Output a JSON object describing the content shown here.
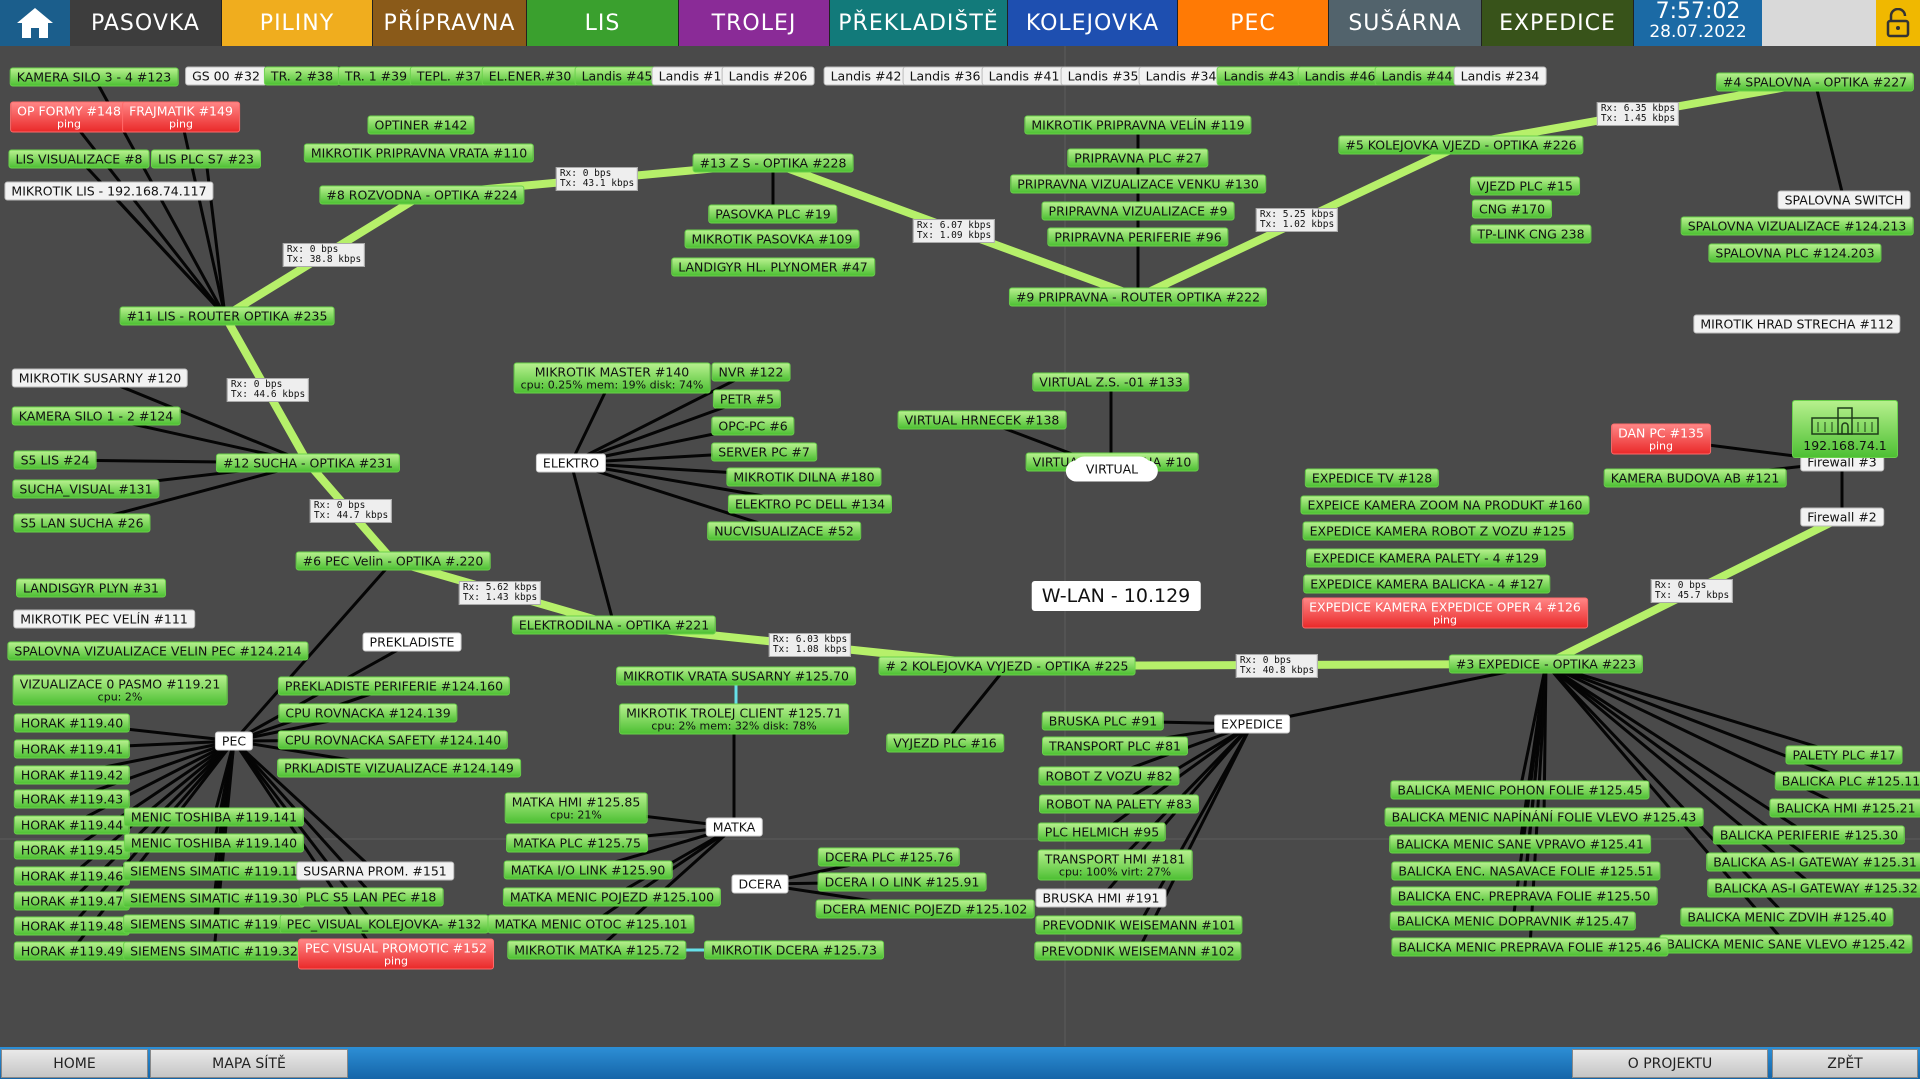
{
  "nav": {
    "tabs": [
      {
        "label": "PASOVKA",
        "color": "#3d3d3d"
      },
      {
        "label": "PILINY",
        "color": "#f0ad1e"
      },
      {
        "label": "PŘÍPRAVNA",
        "color": "#8a5a19"
      },
      {
        "label": "LIS",
        "color": "#3aa02e"
      },
      {
        "label": "TROLEJ",
        "color": "#8a2b97"
      },
      {
        "label": "PŘEKLADIŠTĚ",
        "color": "#127a7a"
      },
      {
        "label": "KOLEJOVKA",
        "color": "#1e4fb0"
      },
      {
        "label": "PEC",
        "color": "#ff7a05"
      },
      {
        "label": "SUŠÁRNA",
        "color": "#52636c"
      },
      {
        "label": "EXPEDICE",
        "color": "#38531a"
      }
    ],
    "time": "7:57:02",
    "date": "28.07.2022"
  },
  "wlan_label": "W-LAN - 10.129",
  "virtual_label": "VIRTUAL",
  "castle_ip": "192.168.74.1",
  "devices": [
    {
      "id": "d1",
      "t": "KAMERA SILO 3 - 4 #123",
      "s": "g"
    },
    {
      "id": "d2",
      "t": "OP FORMY #148",
      "sub": "ping",
      "s": "r"
    },
    {
      "id": "d3",
      "t": "FRAJMATIK #149",
      "sub": "ping",
      "s": "r"
    },
    {
      "id": "d4",
      "t": "LIS VISUALIZACE #8",
      "s": "g"
    },
    {
      "id": "d5",
      "t": "LIS PLC S7 #23",
      "s": "g"
    },
    {
      "id": "d6",
      "t": "MIKROTIK LIS  - 192.168.74.117",
      "s": "w"
    },
    {
      "id": "d7",
      "t": "OPTINER #142",
      "s": "g"
    },
    {
      "id": "d8",
      "t": "MIKROTIK PRIPRAVNA VRATA  #110",
      "s": "g"
    },
    {
      "id": "d9",
      "t": "#8 ROZVODNA - OPTIKA #224",
      "s": "g"
    },
    {
      "id": "d10",
      "t": "#11 LIS - ROUTER OPTIKA  #235",
      "s": "g"
    },
    {
      "id": "d11",
      "t": "#13 Z S - OPTIKA #228",
      "s": "g"
    },
    {
      "id": "d12",
      "t": "PASOVKA PLC #19",
      "s": "g"
    },
    {
      "id": "d13",
      "t": "MIKROTIK PASOVKA #109",
      "s": "g"
    },
    {
      "id": "d14",
      "t": "LANDIGYR HL. PLYNOMER #47",
      "s": "g"
    },
    {
      "id": "d15",
      "t": "MIKROTIK PRIPRAVNA VELÍN #119",
      "s": "g"
    },
    {
      "id": "d16",
      "t": "PRIPRAVNA PLC #27",
      "s": "g"
    },
    {
      "id": "d17",
      "t": "PRIPRAVNA VIZUALIZACE VENKU #130",
      "s": "g"
    },
    {
      "id": "d18",
      "t": "PRIPRAVNA VIZUALIZACE #9",
      "s": "g"
    },
    {
      "id": "d19",
      "t": "PRIPRAVNA PERIFERIE #96",
      "s": "g"
    },
    {
      "id": "d20",
      "t": "#9 PRIPRAVNA - ROUTER OPTIKA #222",
      "s": "g"
    },
    {
      "id": "d21",
      "t": "#5 KOLEJOVKA VJEZD - OPTIKA #226",
      "s": "g"
    },
    {
      "id": "d22",
      "t": "VJEZD PLC #15",
      "s": "g"
    },
    {
      "id": "d23",
      "t": "CNG #170",
      "s": "g"
    },
    {
      "id": "d24",
      "t": "TP-LINK CNG 238",
      "s": "g"
    },
    {
      "id": "d25",
      "t": "#4 SPALOVNA - OPTIKA #227",
      "s": "g"
    },
    {
      "id": "d26",
      "t": "SPALOVNA SWITCH",
      "s": "w"
    },
    {
      "id": "d27",
      "t": "SPALOVNA VIZUALIZACE #124.213",
      "s": "g"
    },
    {
      "id": "d28",
      "t": "SPALOVNA PLC #124.203",
      "s": "g"
    },
    {
      "id": "d29",
      "t": "MIROTIK HRAD STRECHA #112",
      "s": "w"
    },
    {
      "id": "d30",
      "t": "DAN PC  #135",
      "sub": "ping",
      "s": "r"
    },
    {
      "id": "d31",
      "t": "KAMERA BUDOVA AB #121",
      "s": "g"
    },
    {
      "id": "d32",
      "t": "Firewall #3",
      "s": "w"
    },
    {
      "id": "d33",
      "t": "Firewall #2",
      "s": "w"
    },
    {
      "id": "d34",
      "t": "MIKROTIK SUSARNY #120",
      "s": "w"
    },
    {
      "id": "d35",
      "t": "KAMERA SILO 1 - 2 #124",
      "s": "g"
    },
    {
      "id": "d36",
      "t": "S5 LIS #24",
      "s": "g"
    },
    {
      "id": "d37",
      "t": "SUCHA_VISUAL #131",
      "s": "g"
    },
    {
      "id": "d38",
      "t": "S5 LAN SUCHA #26",
      "s": "g"
    },
    {
      "id": "d39",
      "t": "#12 SUCHA - OPTIKA #231",
      "s": "g"
    },
    {
      "id": "d40",
      "t": "MIKROTIK MASTER #140",
      "sub": "cpu: 0.25% mem: 19% disk: 74%",
      "s": "g"
    },
    {
      "id": "d41",
      "t": "NVR #122",
      "s": "g"
    },
    {
      "id": "d42",
      "t": "PETR #5",
      "s": "g"
    },
    {
      "id": "d43",
      "t": "OPC-PC #6",
      "s": "g"
    },
    {
      "id": "d44",
      "t": "SERVER PC #7",
      "s": "g"
    },
    {
      "id": "d45",
      "t": "MIKROTIK DILNA #180",
      "s": "g"
    },
    {
      "id": "d46",
      "t": "ELEKTRO PC DELL #134",
      "s": "g"
    },
    {
      "id": "d47",
      "t": "NUCVISUALIZACE #52",
      "s": "g"
    },
    {
      "id": "d48",
      "t": "ELEKTRO",
      "s": "hub"
    },
    {
      "id": "d49",
      "t": "VIRTUAL Z.S. -01 #133",
      "s": "g"
    },
    {
      "id": "d50",
      "t": "VIRTUAL HRNECEK #138",
      "s": "g"
    },
    {
      "id": "d51",
      "t": "VIRTUAL W11OPCUA #10",
      "s": "g"
    },
    {
      "id": "d52",
      "t": "EXPEDICE TV  #128",
      "s": "g"
    },
    {
      "id": "d53",
      "t": "EXPEICE KAMERA ZOOM NA PRODUKT #160",
      "s": "g"
    },
    {
      "id": "d54",
      "t": "EXPEDICE KAMERA ROBOT Z VOZU #125",
      "s": "g"
    },
    {
      "id": "d55",
      "t": "EXPEDICE KAMERA PALETY - 4 #129",
      "s": "g"
    },
    {
      "id": "d56",
      "t": "EXPEDICE KAMERA BALICKA - 4 #127",
      "s": "g"
    },
    {
      "id": "d57",
      "t": "EXPEDICE KAMERA EXPEDICE OPER 4 #126",
      "sub": "ping",
      "s": "r"
    },
    {
      "id": "d58",
      "t": "LANDISGYR PLYN #31",
      "s": "g"
    },
    {
      "id": "d59",
      "t": "MIKROTIK PEC VELÍN  #111",
      "s": "w"
    },
    {
      "id": "d60",
      "t": "#6 PEC Velin - OPTIKA #.220",
      "s": "g"
    },
    {
      "id": "d61",
      "t": "SPALOVNA VIZUALIZACE VELIN PEC #124.214",
      "s": "g"
    },
    {
      "id": "d62",
      "t": "VIZUALIZACE 0 PASMO #119.21",
      "sub": "cpu: 2%",
      "s": "g"
    },
    {
      "id": "d63",
      "t": "PREKLADISTE",
      "s": "hub"
    },
    {
      "id": "d64",
      "t": "PREKLADISTE PERIFERIE #124.160",
      "s": "g"
    },
    {
      "id": "d65",
      "t": "CPU ROVNACKA #124.139",
      "s": "g"
    },
    {
      "id": "d66",
      "t": "CPU ROVNACKA SAFETY #124.140",
      "s": "g"
    },
    {
      "id": "d67",
      "t": "PRKLADISTE VIZUALIZACE #124.149",
      "s": "g"
    },
    {
      "id": "d68",
      "t": "ELEKTRODILNA - OPTIKA #221",
      "s": "g"
    },
    {
      "id": "d69",
      "t": "MIKROTIK VRATA SUSARNY #125.70",
      "s": "g"
    },
    {
      "id": "d70",
      "t": "MIKROTIK TROLEJ CLIENT #125.71",
      "sub": "cpu: 2% mem: 32% disk: 78%",
      "s": "g"
    },
    {
      "id": "d71",
      "t": "# 2 KOLEJOVKA VYJEZD - OPTIKA #225",
      "s": "g"
    },
    {
      "id": "d72",
      "t": "VYJEZD PLC #16",
      "s": "g"
    },
    {
      "id": "d73",
      "t": "#3 EXPEDICE - OPTIKA #223",
      "s": "g"
    },
    {
      "id": "d74",
      "t": "HORAK #119.40",
      "s": "g"
    },
    {
      "id": "d75",
      "t": "HORAK #119.41",
      "s": "g"
    },
    {
      "id": "d76",
      "t": "HORAK #119.42",
      "s": "g"
    },
    {
      "id": "d77",
      "t": "HORAK #119.43",
      "s": "g"
    },
    {
      "id": "d78",
      "t": "HORAK #119.44",
      "s": "g"
    },
    {
      "id": "d79",
      "t": "HORAK #119.45",
      "s": "g"
    },
    {
      "id": "d80",
      "t": "HORAK #119.46",
      "s": "g"
    },
    {
      "id": "d81",
      "t": "HORAK #119.47",
      "s": "g"
    },
    {
      "id": "d82",
      "t": "HORAK #119.48",
      "s": "g"
    },
    {
      "id": "d83",
      "t": "HORAK #119.49",
      "s": "g"
    },
    {
      "id": "d84",
      "t": "PEC",
      "s": "hub"
    },
    {
      "id": "d85",
      "t": "MENIC TOSHIBA #119.141",
      "s": "g"
    },
    {
      "id": "d86",
      "t": "MENIC TOSHIBA #119.140",
      "s": "g"
    },
    {
      "id": "d87",
      "t": "SIEMENS SIMATIC #119.11",
      "s": "g"
    },
    {
      "id": "d88",
      "t": "SIEMENS SIMATIC #119.30",
      "s": "g"
    },
    {
      "id": "d89",
      "t": "SIEMENS SIMATIC #119.31",
      "s": "g"
    },
    {
      "id": "d90",
      "t": "SIEMENS SIMATIC #119.32",
      "s": "g"
    },
    {
      "id": "d91",
      "t": "SUSARNA PROM. #151",
      "s": "w"
    },
    {
      "id": "d92",
      "t": "PLC S5 LAN PEC #18",
      "s": "g"
    },
    {
      "id": "d93",
      "t": "PEC_VISUAL_KOLEJOVKA- #132",
      "s": "g"
    },
    {
      "id": "d94",
      "t": "PEC VISUAL PROMOTIC #152",
      "sub": "ping",
      "s": "r"
    },
    {
      "id": "d95",
      "t": "MATKA HMI #125.85",
      "sub": "cpu: 21%",
      "s": "g"
    },
    {
      "id": "d96",
      "t": "MATKA PLC #125.75",
      "s": "g"
    },
    {
      "id": "d97",
      "t": "MATKA I/O LINK #125.90",
      "s": "g"
    },
    {
      "id": "d98",
      "t": "MATKA MENIC POJEZD #125.100",
      "s": "g"
    },
    {
      "id": "d99",
      "t": "MATKA MENIC OTOC #125.101",
      "s": "g"
    },
    {
      "id": "d100",
      "t": "MIKROTIK MATKA #125.72",
      "s": "g"
    },
    {
      "id": "d101",
      "t": "MATKA",
      "s": "hub"
    },
    {
      "id": "d102",
      "t": "DCERA",
      "s": "hub"
    },
    {
      "id": "d103",
      "t": "DCERA PLC #125.76",
      "s": "g"
    },
    {
      "id": "d104",
      "t": "DCERA I O LINK #125.91",
      "s": "g"
    },
    {
      "id": "d105",
      "t": "DCERA MENIC POJEZD #125.102",
      "s": "g"
    },
    {
      "id": "d106",
      "t": "MIKROTIK DCERA #125.73",
      "s": "g"
    },
    {
      "id": "d107",
      "t": "BRUSKA PLC #91",
      "s": "g"
    },
    {
      "id": "d108",
      "t": "TRANSPORT PLC #81",
      "s": "g"
    },
    {
      "id": "d109",
      "t": "ROBOT Z VOZU #82",
      "s": "g"
    },
    {
      "id": "d110",
      "t": "ROBOT NA PALETY #83",
      "s": "g"
    },
    {
      "id": "d111",
      "t": "PLC HELMICH #95",
      "s": "g"
    },
    {
      "id": "d112",
      "t": "TRANSPORT HMI #181",
      "sub": "cpu: 100% virt: 27%",
      "s": "g"
    },
    {
      "id": "d113",
      "t": "BRUSKA HMI #191",
      "s": "w"
    },
    {
      "id": "d114",
      "t": "PREVODNIK WEISEMANN #101",
      "s": "g"
    },
    {
      "id": "d115",
      "t": "PREVODNIK WEISEMANN #102",
      "s": "g"
    },
    {
      "id": "d116",
      "t": "EXPEDICE",
      "s": "hub"
    },
    {
      "id": "d117",
      "t": "PALETY PLC #17",
      "s": "g"
    },
    {
      "id": "d118",
      "t": "BALICKA PLC #125.11",
      "s": "g"
    },
    {
      "id": "d119",
      "t": "BALICKA HMI #125.21",
      "s": "g"
    },
    {
      "id": "d120",
      "t": "BALICKA PERIFERIE #125.30",
      "s": "g"
    },
    {
      "id": "d121",
      "t": "BALICKA AS-I GATEWAY #125.31",
      "s": "g"
    },
    {
      "id": "d122",
      "t": "BALICKA AS-I GATEWAY #125.32",
      "s": "g"
    },
    {
      "id": "d123",
      "t": "BALICKA MENIC ZDVIH #125.40",
      "s": "g"
    },
    {
      "id": "d124",
      "t": "BALICKA MENIC SANE VLEVO #125.42",
      "s": "g"
    },
    {
      "id": "d125",
      "t": "BALICKA MENIC POHON FOLIE  #125.45",
      "s": "g"
    },
    {
      "id": "d126",
      "t": "BALICKA MENIC NAPÍNÁNÍ FOLIE VLEVO #125.43",
      "s": "g"
    },
    {
      "id": "d127",
      "t": "BALICKA MENIC SANE VPRAVO #125.41",
      "s": "g"
    },
    {
      "id": "d128",
      "t": "BALICKA ENC. NASAVACE FOLIE #125.51",
      "s": "g"
    },
    {
      "id": "d129",
      "t": "BALICKA ENC. PREPRAVA FOLIE #125.50",
      "s": "g"
    },
    {
      "id": "d130",
      "t": "BALICKA MENIC DOPRAVNIK #125.47",
      "s": "g"
    },
    {
      "id": "d131",
      "t": "BALICKA MENIC PREPRAVA FOLIE #125.46",
      "s": "g"
    },
    {
      "id": "t1",
      "t": "GS 00 #32",
      "s": "w"
    },
    {
      "id": "t2",
      "t": "TR. 2 #38",
      "s": "g"
    },
    {
      "id": "t3",
      "t": "TR. 1 #39",
      "s": "g"
    },
    {
      "id": "t4",
      "t": "TEPL. #37",
      "s": "g"
    },
    {
      "id": "t5",
      "t": "EL.ENER.#30",
      "s": "g"
    },
    {
      "id": "t6",
      "t": "Landis #45",
      "s": "g"
    },
    {
      "id": "t7",
      "t": "Landis #150",
      "s": "w"
    },
    {
      "id": "t8",
      "t": "Landis #206",
      "s": "w"
    },
    {
      "id": "t9",
      "t": "Landis #42",
      "s": "w"
    },
    {
      "id": "t10",
      "t": "Landis #36",
      "s": "w"
    },
    {
      "id": "t11",
      "t": "Landis #41",
      "s": "w"
    },
    {
      "id": "t12",
      "t": "Landis #35",
      "s": "w"
    },
    {
      "id": "t13",
      "t": "Landis #34",
      "s": "w"
    },
    {
      "id": "t14",
      "t": "Landis #43",
      "s": "g"
    },
    {
      "id": "t15",
      "t": "Landis #46",
      "s": "g"
    },
    {
      "id": "t16",
      "t": "Landis #44",
      "s": "g"
    },
    {
      "id": "t17",
      "t": "Landis #234",
      "s": "w"
    }
  ],
  "traffic": [
    {
      "id": "tr1",
      "rx": "Rx: 0 bps",
      "tx": "Tx: 43.1 kbps"
    },
    {
      "id": "tr2",
      "rx": "Rx: 0 bps",
      "tx": "Tx: 38.8 kbps"
    },
    {
      "id": "tr3",
      "rx": "Rx: 6.07 kbps",
      "tx": "Tx: 1.09 kbps"
    },
    {
      "id": "tr4",
      "rx": "Rx: 5.25 kbps",
      "tx": "Tx: 1.02 kbps"
    },
    {
      "id": "tr5",
      "rx": "Rx: 6.35 kbps",
      "tx": "Tx: 1.45 kbps"
    },
    {
      "id": "tr6",
      "rx": "Rx: 0 bps",
      "tx": "Tx: 44.6 kbps"
    },
    {
      "id": "tr7",
      "rx": "Rx: 0 bps",
      "tx": "Tx: 44.7 kbps"
    },
    {
      "id": "tr8",
      "rx": "Rx: 5.62 kbps",
      "tx": "Tx: 1.43 kbps"
    },
    {
      "id": "tr9",
      "rx": "Rx: 6.03 kbps",
      "tx": "Tx: 1.08 kbps"
    },
    {
      "id": "tr10",
      "rx": "Rx: 0 bps",
      "tx": "Tx: 40.8 kbps"
    },
    {
      "id": "tr11",
      "rx": "Rx: 0 bps",
      "tx": "Tx: 45.7 kbps"
    }
  ],
  "bottom": {
    "home": "HOME",
    "map": "MAPA SÍTĚ",
    "about": "O PROJEKTU",
    "back": "ZPĚT"
  }
}
